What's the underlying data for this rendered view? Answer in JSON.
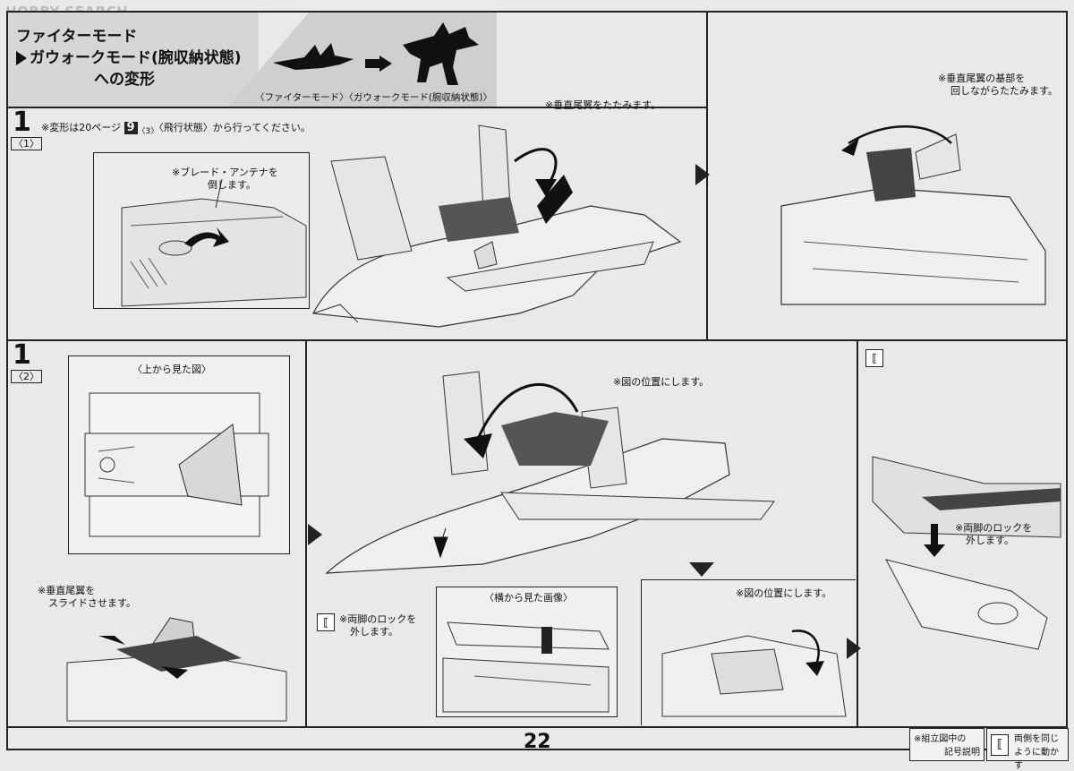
{
  "watermark": "HOBBY SEARCH",
  "header": {
    "title_line1": "ファイターモード",
    "title_line2": "ガウォークモード(腕収納状態)",
    "title_line3": "への変形",
    "caption": "〈ファイターモード〉〈ガウォークモード(腕収納状態)〉"
  },
  "step1_1": {
    "number": "1",
    "sub": "〈1〉",
    "intro_prefix": "※変形は20ページ",
    "intro_ref_num": "9",
    "intro_ref_sub": "〈3〉",
    "intro_suffix": "〈飛行状態〉から行ってください。",
    "blade_note_1": "※ブレード・アンテナを",
    "blade_note_2": "倒します。",
    "fold_note": "※垂直尾翼をたたみます。",
    "rotate_note_1": "※垂直尾翼の基部を",
    "rotate_note_2": "回しながらたたみます。"
  },
  "step1_2": {
    "number": "1",
    "sub": "〈2〉",
    "top_view": "〈上から見た図〉",
    "slide_note_1": "※垂直尾翼を",
    "slide_note_2": "スライドさせます。",
    "position_note": "※図の位置にします。",
    "unlock_note_1": "※両脚のロックを",
    "unlock_note_2": "外します。",
    "side_view": "〈横から見た画像〉",
    "position_note_2": "※図の位置にします。",
    "unlock_note_b1": "※両脚のロックを",
    "unlock_note_b2": "外します。"
  },
  "footer": {
    "page_number": "22",
    "legend_1a": "※組立図中の",
    "legend_1b": "記号説明",
    "legend_2a": "両側を同じ",
    "legend_2b": "ように動かす"
  },
  "colors": {
    "background": "#e9e9e7",
    "line": "#222222",
    "panel_grey": "#d6d6d4"
  }
}
